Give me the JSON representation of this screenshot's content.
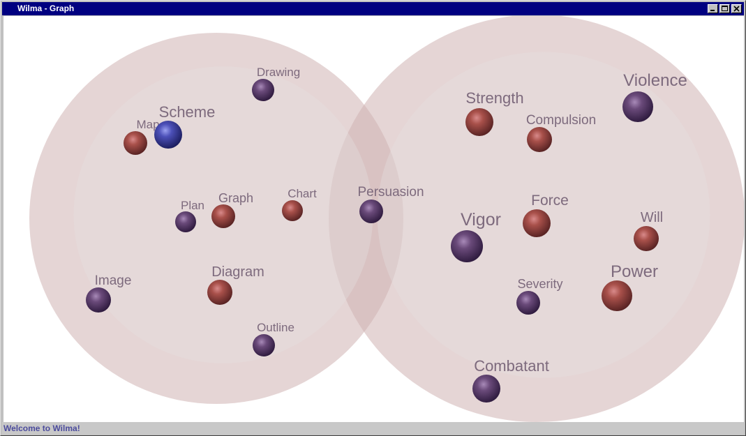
{
  "window": {
    "title": "Wilma - Graph"
  },
  "status": {
    "text": "Welcome to Wilma!"
  },
  "colors": {
    "titlebar": "#000080",
    "sphere_fill": "#d9c3c3",
    "label_color": "#7d6a7d",
    "status_text": "#4b4b9c"
  },
  "graph": {
    "clusters": [
      {
        "id": "left-cluster"
      },
      {
        "id": "right-cluster"
      }
    ],
    "nodes": [
      {
        "id": "drawing",
        "label": "Drawing",
        "tone": "purple"
      },
      {
        "id": "map",
        "label": "Map",
        "tone": "red"
      },
      {
        "id": "scheme",
        "label": "Scheme",
        "tone": "blue"
      },
      {
        "id": "plan",
        "label": "Plan",
        "tone": "purple"
      },
      {
        "id": "graph",
        "label": "Graph",
        "tone": "red"
      },
      {
        "id": "chart",
        "label": "Chart",
        "tone": "red"
      },
      {
        "id": "image",
        "label": "Image",
        "tone": "purple"
      },
      {
        "id": "diagram",
        "label": "Diagram",
        "tone": "red"
      },
      {
        "id": "outline",
        "label": "Outline",
        "tone": "purple"
      },
      {
        "id": "persuasion",
        "label": "Persuasion",
        "tone": "purple"
      },
      {
        "id": "strength",
        "label": "Strength",
        "tone": "red"
      },
      {
        "id": "compulsion",
        "label": "Compulsion",
        "tone": "red"
      },
      {
        "id": "violence",
        "label": "Violence",
        "tone": "purple"
      },
      {
        "id": "force",
        "label": "Force",
        "tone": "red"
      },
      {
        "id": "vigor",
        "label": "Vigor",
        "tone": "purple"
      },
      {
        "id": "will",
        "label": "Will",
        "tone": "red"
      },
      {
        "id": "severity",
        "label": "Severity",
        "tone": "purple"
      },
      {
        "id": "power",
        "label": "Power",
        "tone": "red"
      },
      {
        "id": "combatant",
        "label": "Combatant",
        "tone": "purple"
      }
    ]
  }
}
